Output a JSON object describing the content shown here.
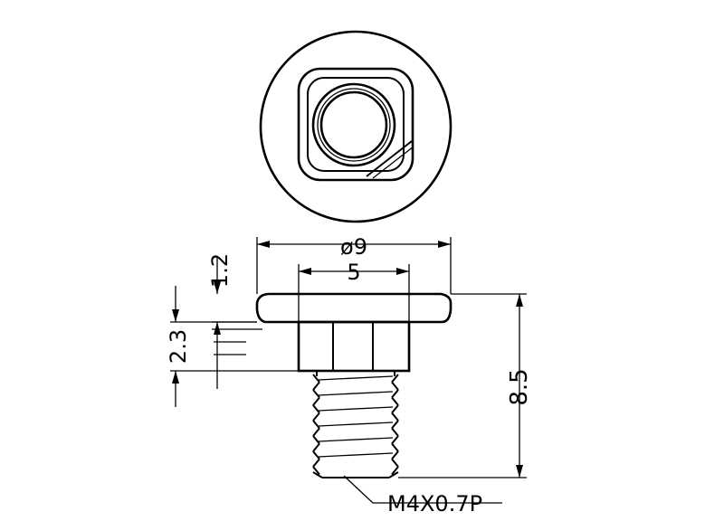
{
  "drawing": {
    "dimensions": {
      "flange_diameter": "ø9",
      "hex_width": "5",
      "flange_thickness": "1.2",
      "hex_height": "2.3",
      "total_length": "8.5",
      "thread_spec": "M4X0.7P"
    }
  }
}
